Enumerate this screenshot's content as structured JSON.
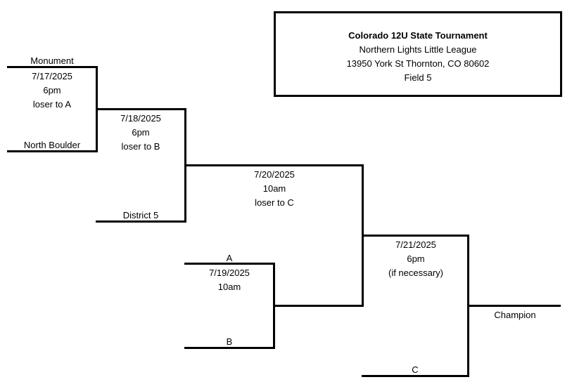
{
  "tournament": {
    "title": "Colorado 12U State Tournament",
    "host": "Northern Lights Little League",
    "address": "13950 York St Thornton, CO 80602",
    "field": "Field 5"
  },
  "bracket": {
    "team_monument": "Monument",
    "team_north_boulder": "North Boulder",
    "team_district5": "District 5",
    "slot_a": "A",
    "slot_b": "B",
    "slot_c": "C",
    "champion": "Champion",
    "game1": {
      "date": "7/17/2025",
      "time": "6pm",
      "note": "loser to A"
    },
    "game2": {
      "date": "7/18/2025",
      "time": "6pm",
      "note": "loser to B"
    },
    "game3": {
      "date": "7/20/2025",
      "time": "10am",
      "note": "loser to C"
    },
    "game4": {
      "date": "7/19/2025",
      "time": "10am"
    },
    "game5": {
      "date": "7/21/2025",
      "time": "6pm",
      "note": "(if necessary)"
    }
  }
}
